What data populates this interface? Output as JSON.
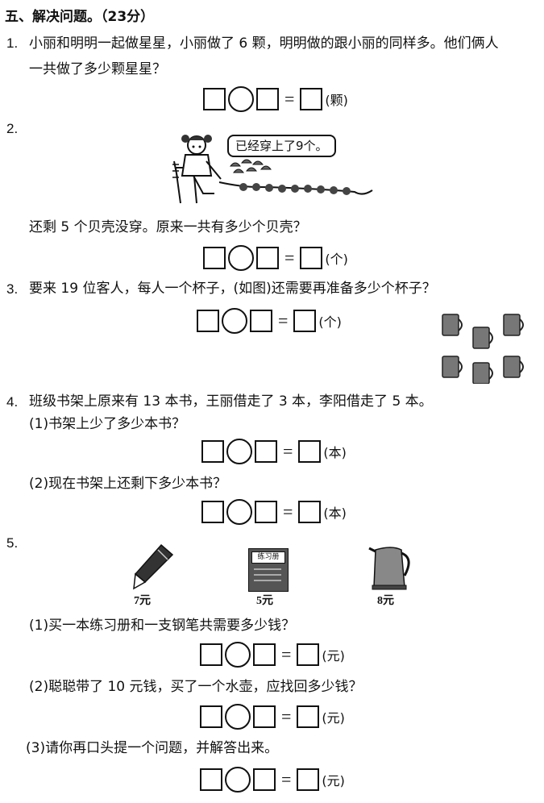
{
  "section_title": "五、解决问题。（23分）",
  "q1": {
    "number": "1.",
    "line1": "小丽和明明一起做星星，小丽做了 6 颗，明明做的跟小丽的同样多。他们俩人",
    "line2": "一共做了多少颗星星？",
    "unit": "(颗)"
  },
  "q2": {
    "number": "2.",
    "speech": "已经穿上了9个。",
    "text": "还剩 5 个贝壳没穿。原来一共有多少个贝壳？",
    "unit": "(个)"
  },
  "q3": {
    "number": "3.",
    "text": "要来 19 位客人，每人一个杯子，(如图)还需要再准备多少个杯子？",
    "unit": "(个)",
    "cup_count": 6
  },
  "q4": {
    "number": "4.",
    "text": "班级书架上原来有 13 本书，王丽借走了 3 本，李阳借走了 5 本。",
    "sub1": "(1)书架上少了多少本书？",
    "sub2": "(2)现在书架上还剩下多少本书？",
    "unit": "(本)"
  },
  "q5": {
    "number": "5.",
    "items": [
      {
        "name": "pen",
        "price": "7元"
      },
      {
        "name": "notebook",
        "price": "5元",
        "cover_text": "练习册"
      },
      {
        "name": "kettle",
        "price": "8元"
      }
    ],
    "sub1": "(1)买一本练习册和一支钢笔共需要多少钱？",
    "sub2": "(2)聪聪带了 10 元钱，买了一个水壶，应找回多少钱？",
    "sub3": "(3)请你再口头提一个问题，并解答出来。",
    "unit": "(元)"
  }
}
